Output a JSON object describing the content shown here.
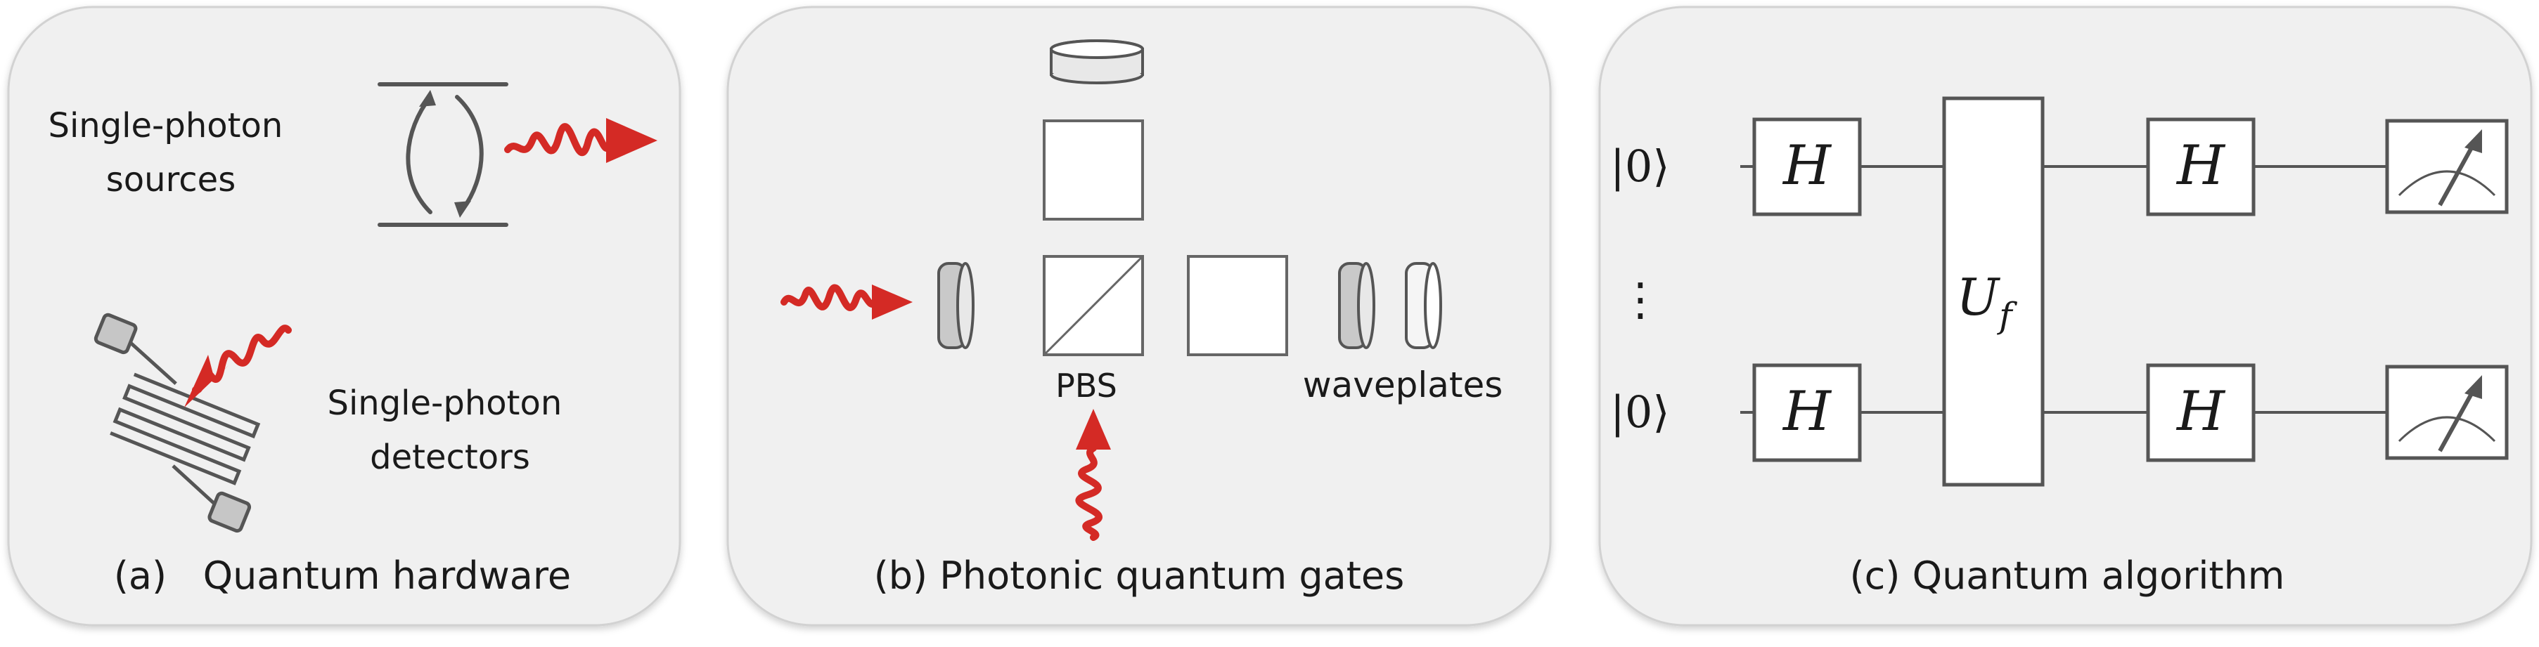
{
  "panels": {
    "hardware": {
      "caption": "(a)   Quantum hardware",
      "sources_label": [
        "Single-photon",
        "sources"
      ],
      "detectors_label": [
        "Single-photon",
        "detectors"
      ]
    },
    "gates": {
      "caption": "(b) Photonic quantum gates",
      "pbs_label": "PBS",
      "waveplates_label": "waveplates"
    },
    "algorithm": {
      "caption": "(c) Quantum algorithm",
      "ket_top": "|0⟩",
      "ket_bottom": "|0⟩",
      "dots": "⋮",
      "hadamard": "H",
      "oracle": "U",
      "oracle_sub": "f"
    }
  },
  "colors": {
    "panel_bg": "#f0f0f0",
    "panel_border": "#d2d2d2",
    "line": "#555555",
    "photon": "#d42a25",
    "optic_gray": "#c9c9c9",
    "text": "#1a1a1a"
  }
}
